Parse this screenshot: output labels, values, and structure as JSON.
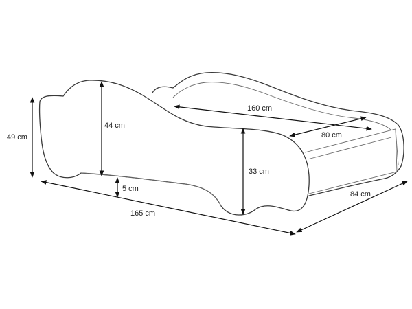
{
  "colors": {
    "outline": "#3a3a3a",
    "dimension_line": "#111111",
    "text": "#222222",
    "background": "#ffffff"
  },
  "dimensions": {
    "total_height": "49 cm",
    "headboard_height": "44 cm",
    "base_clearance": "5 cm",
    "side_height": "33 cm",
    "total_length": "165 cm",
    "mattress_length": "160 cm",
    "mattress_width": "80 cm",
    "total_width": "84 cm"
  }
}
